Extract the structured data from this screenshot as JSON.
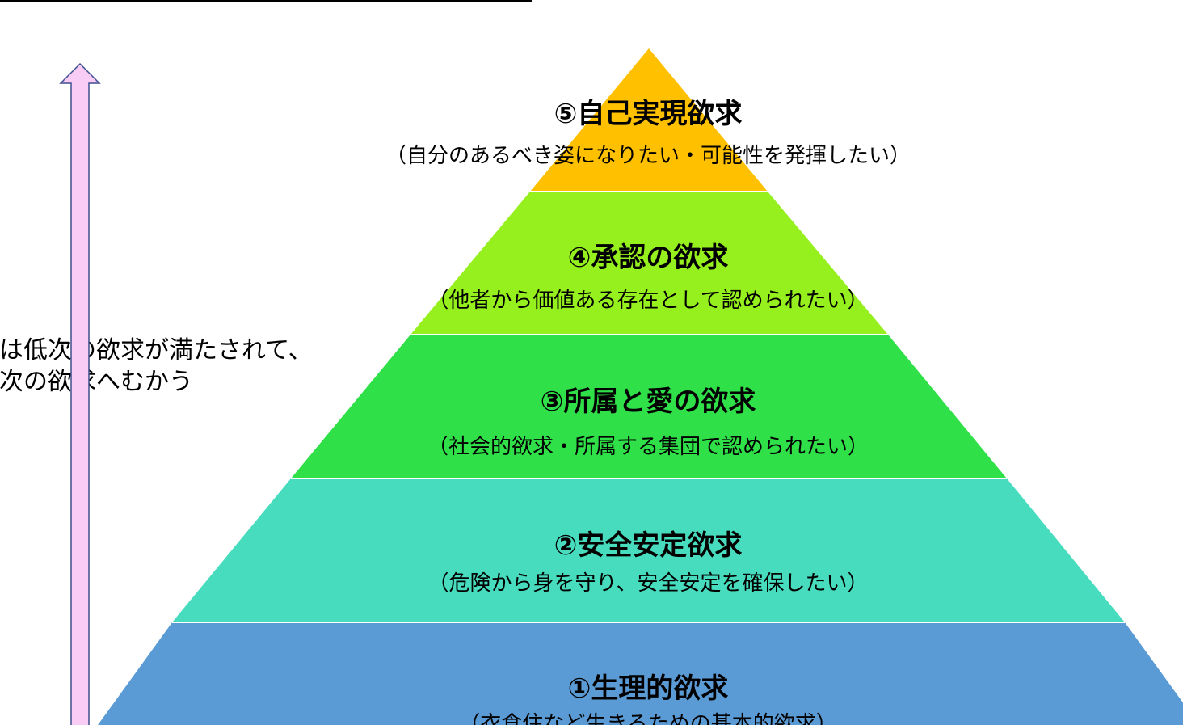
{
  "tiers": [
    {
      "title": "①生理的欲求",
      "description": "（衣食住など生きるための基本的欲求）",
      "color": "#5b9bd5"
    },
    {
      "title": "②安全安定欲求",
      "description": "（危険から身を守り、安全安定を確保したい）",
      "color": "#48dcbe"
    },
    {
      "title": "③所属と愛の欲求",
      "description": "（社会的欲求・所属する集団で認められたい）",
      "color": "#30e048"
    },
    {
      "title": "④承認の欲求",
      "description": "（他者から価値ある存在として認められたい）",
      "color": "#95f01e"
    },
    {
      "title": "⑤自己実現欲求",
      "description": "（自分のあるべき姿になりたい・可能性を発揮したい）",
      "color": "#ffc000"
    }
  ],
  "side_note": {
    "line1": "は低次の欲求が満たされて、",
    "line2": "次の欲求へむかう"
  },
  "arrow": {
    "fill": "#f9ccf6",
    "stroke": "#3f4f8f",
    "direction": "up"
  }
}
